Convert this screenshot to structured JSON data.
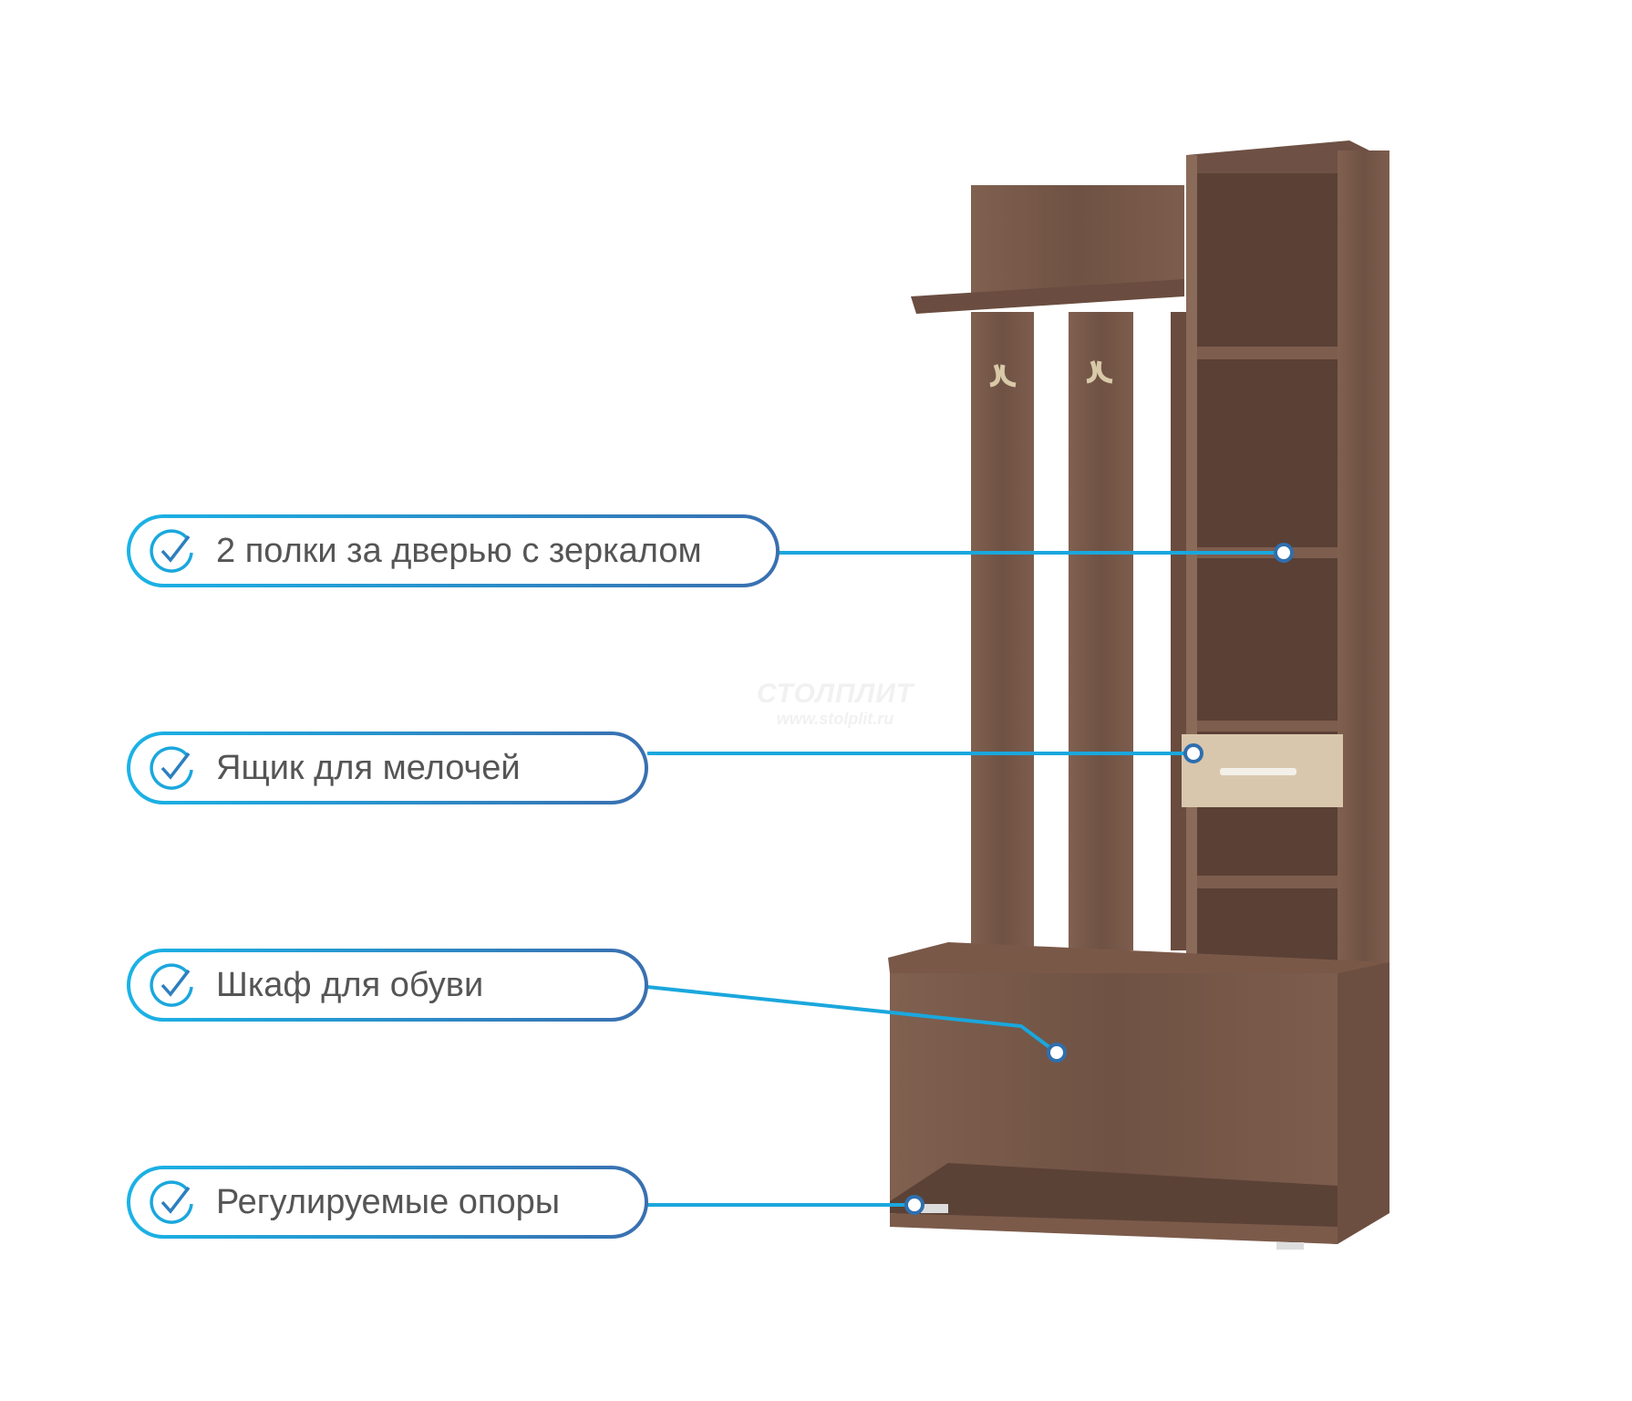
{
  "callouts": [
    {
      "label": "2 полки за дверью с зеркалом",
      "icon": "check-circle-icon"
    },
    {
      "label": "Ящик для мелочей",
      "icon": "check-circle-icon"
    },
    {
      "label": "Шкаф для обуви",
      "icon": "check-circle-icon"
    },
    {
      "label": "Регулируемые опоры",
      "icon": "check-circle-icon"
    }
  ],
  "watermark": {
    "brand": "СТОЛПЛИТ",
    "url": "www.stolplit.ru"
  },
  "colors": {
    "accent_start": "#1ab3e6",
    "accent_end": "#3a6fb0",
    "wood": "#7a5a4c",
    "drawer": "#d9c7ad"
  }
}
